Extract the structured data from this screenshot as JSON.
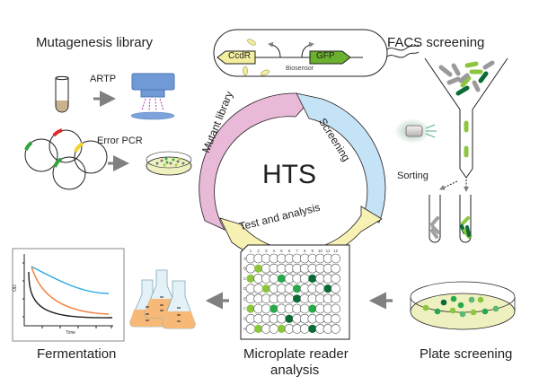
{
  "sections": {
    "mutagenesis": {
      "title": "Mutagenesis library",
      "methods": [
        "ARTP",
        "Error PCR"
      ]
    },
    "biosensor": {
      "genes": [
        "CcdR",
        "GFP"
      ],
      "label": "Biosensor"
    },
    "cycle": {
      "center": "HTS",
      "segments": [
        {
          "label": "Mutant library",
          "color": "#e9b9d8"
        },
        {
          "label": "Screening",
          "color": "#c5e3f6"
        },
        {
          "label": "Test and analysis",
          "color": "#f7f2b3"
        }
      ]
    },
    "facs": {
      "title": "FACS screening",
      "sorting_label": "Sorting"
    },
    "plate": {
      "title": "Plate screening"
    },
    "microplate": {
      "title_line1": "Microplate reader",
      "title_line2": "analysis",
      "columns": [
        "1",
        "2",
        "3",
        "4",
        "5",
        "6",
        "7",
        "8",
        "9",
        "10",
        "11",
        "12"
      ],
      "rows": [
        "A",
        "B",
        "C",
        "D",
        "E",
        "F",
        "G",
        "H"
      ],
      "hits": [
        {
          "row": "B",
          "col": 2,
          "shade": "light"
        },
        {
          "row": "C",
          "col": 1,
          "shade": "light"
        },
        {
          "row": "C",
          "col": 5,
          "shade": "medium"
        },
        {
          "row": "C",
          "col": 9,
          "shade": "dark"
        },
        {
          "row": "D",
          "col": 3,
          "shade": "light"
        },
        {
          "row": "D",
          "col": 7,
          "shade": "medium"
        },
        {
          "row": "D",
          "col": 11,
          "shade": "dark"
        },
        {
          "row": "E",
          "col": 7,
          "shade": "dark"
        },
        {
          "row": "F",
          "col": 1,
          "shade": "light"
        },
        {
          "row": "F",
          "col": 4,
          "shade": "medium"
        },
        {
          "row": "F",
          "col": 9,
          "shade": "medium"
        },
        {
          "row": "G",
          "col": 6,
          "shade": "dark"
        },
        {
          "row": "H",
          "col": 2,
          "shade": "light"
        },
        {
          "row": "H",
          "col": 5,
          "shade": "light"
        },
        {
          "row": "H",
          "col": 9,
          "shade": "dark"
        }
      ]
    },
    "fermentation": {
      "title": "Fermentation",
      "chart_ylabel": "OD",
      "chart_xlabel": "Time"
    }
  },
  "colors": {
    "light_green": "#8cc63f",
    "medium_green": "#27a84a",
    "dark_green": "#0b6b36",
    "arrow_gray": "#808080",
    "blue_curve": "#29aae1",
    "orange_curve": "#f07f3c"
  }
}
